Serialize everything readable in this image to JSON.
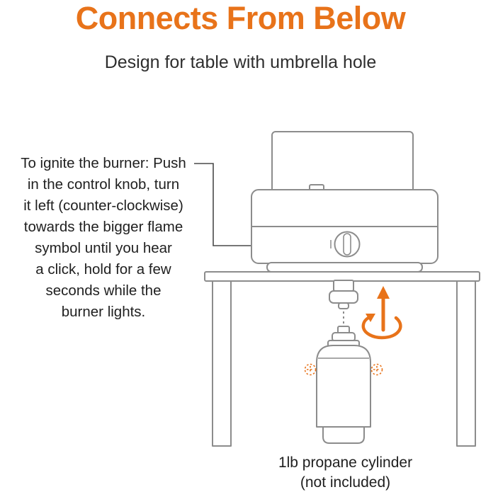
{
  "header": {
    "title": "Connects From Below",
    "subtitle": "Design for table with umbrella hole"
  },
  "instruction": {
    "text": "To ignite the burner: Push\nin the control knob, turn\nit left (counter-clockwise)\ntowards the bigger flame\nsymbol until you hear\na click, hold for a few\nseconds while the\nburner lights."
  },
  "caption": {
    "text": "1lb propane cylinder\n(not included)"
  },
  "colors": {
    "accent": "#E8731A",
    "line": "#8C8C8C",
    "text": "#1F1F1F"
  },
  "icons": {
    "up_arrow": "up-arrow-icon",
    "rotation_arrow": "rotation-arrow-icon",
    "control_knob": "control-knob-icon",
    "callout_dot": "callout-dot-icon",
    "tighten_marks": "tighten-mark-icon"
  }
}
